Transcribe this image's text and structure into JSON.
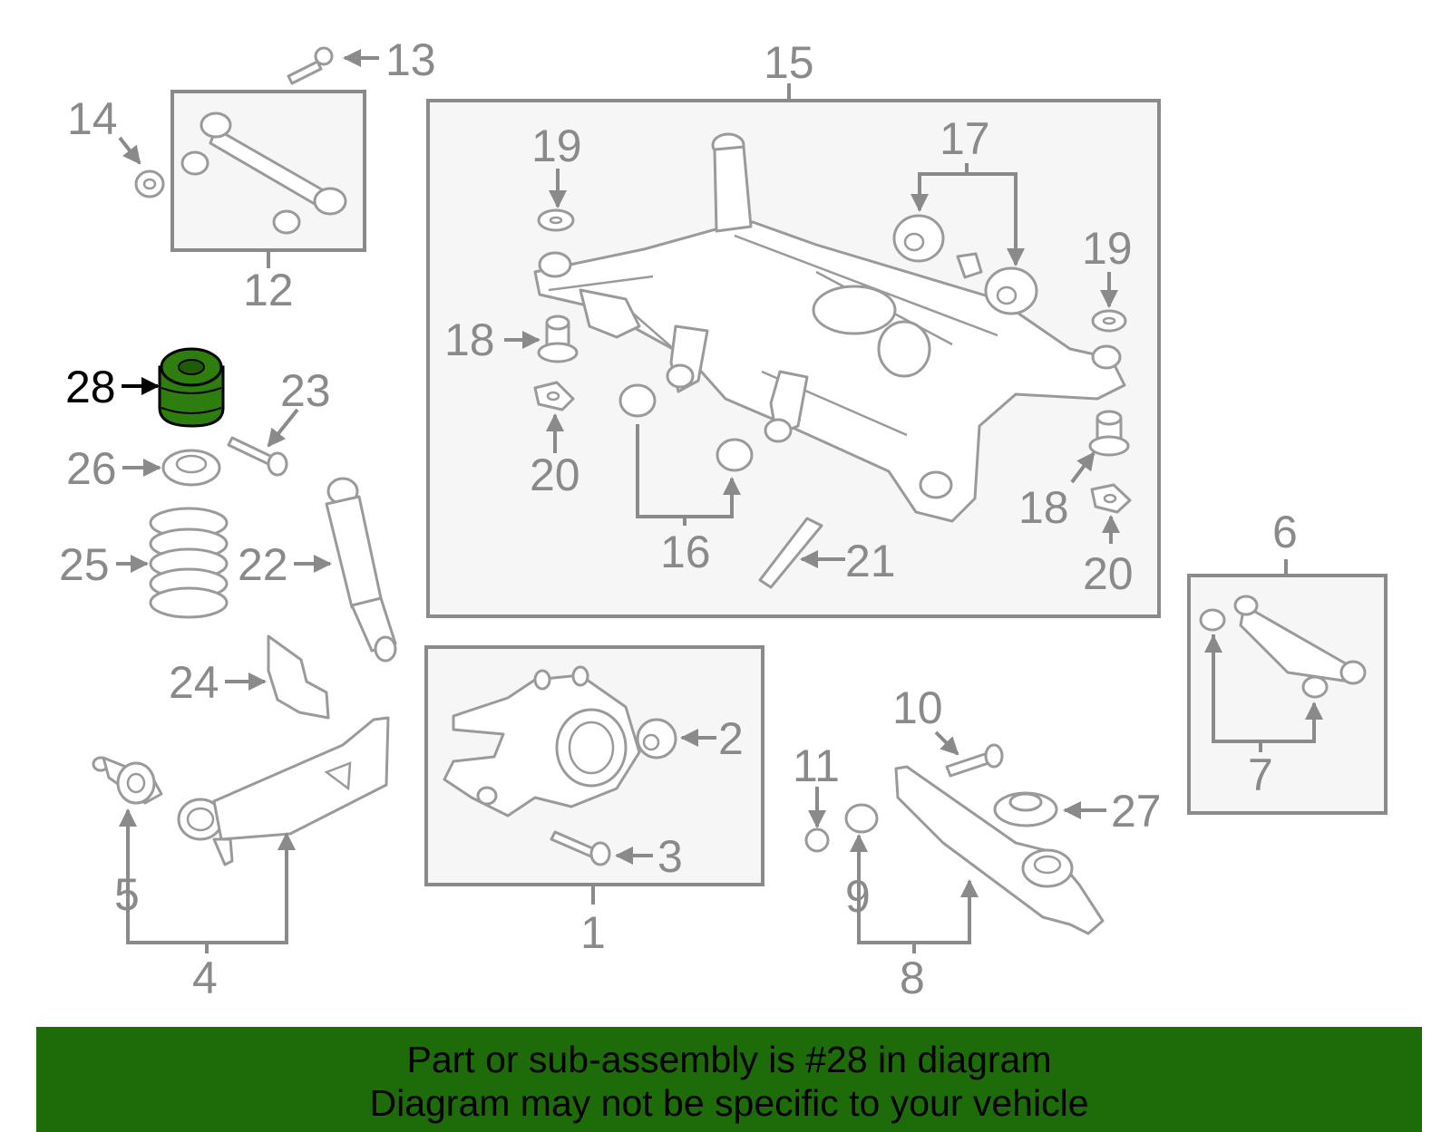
{
  "highlight_color": "#2e7d0f",
  "banner_color": "#1e6b0a",
  "labels": {
    "l1": "1",
    "l2": "2",
    "l3": "3",
    "l4": "4",
    "l5": "5",
    "l6": "6",
    "l7": "7",
    "l8": "8",
    "l9": "9",
    "l10": "10",
    "l11": "11",
    "l12": "12",
    "l13": "13",
    "l14": "14",
    "l15": "15",
    "l16": "16",
    "l17": "17",
    "l18a": "18",
    "l18b": "18",
    "l19a": "19",
    "l19b": "19",
    "l20a": "20",
    "l20b": "20",
    "l21": "21",
    "l22": "22",
    "l23": "23",
    "l24": "24",
    "l25": "25",
    "l26": "26",
    "l27": "27",
    "l28": "28"
  },
  "banner": {
    "line1": "Part or sub-assembly is #28 in diagram",
    "line2": "Diagram may not be specific to your vehicle"
  }
}
